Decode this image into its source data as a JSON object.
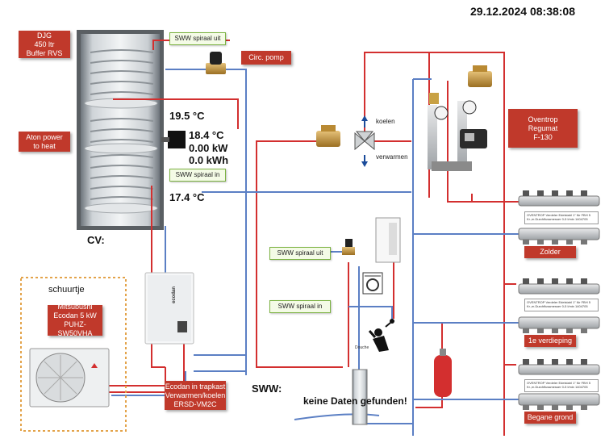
{
  "datetime": "29.12.2024  08:38:08",
  "buffer": {
    "line1": "DJG",
    "line2": "450 ltr",
    "line3": "Buffer RVS"
  },
  "aton": {
    "line1": "Aton power",
    "line2": "to heat"
  },
  "sww_spiraal_uit_top": "SWW spiraal uit",
  "sww_spiraal_in_top": "SWW spiraal in",
  "circ_pomp": "Circ. pomp",
  "temp_top": "19.5 °C",
  "temp_mid": "18.4 °C",
  "power": "0.00 kW",
  "energy": "0.0 kWh",
  "temp_bottom": "17.4 °C",
  "cv": "CV:",
  "koelen": "koelen",
  "verwarmen": "verwarmen",
  "oventrop": {
    "line1": "Oventrop",
    "line2": "Regumat",
    "line3": "F-130"
  },
  "manifold_note": {
    "line1": "OVENTROP Verdeler Edelstahl 1\" für FBH  5",
    "line2": "Kr.,m.Durchflussmesser 0-5 l/min 1404705"
  },
  "floors": {
    "zolder": "Zolder",
    "verdieping": "1e verdieping",
    "begane": "Begane grond"
  },
  "schuurtje": "schuurtje",
  "mitsubishi": {
    "line1": "Mitsubushi",
    "line2": "Ecodan 5 kW",
    "line3": "PUHZ-SW50VHA"
  },
  "ecodan_indoor": {
    "line1": "Ecodan in trapkast",
    "line2": "Verwarmen/koelen",
    "line3": "ERSD-VM2C"
  },
  "ecodan_logo": "ecodan",
  "sww_spiraal_uit_low": "SWW spiraal uit",
  "sww_spiraal_in_low": "SWW spiraal in",
  "douche": "Douche",
  "sww_label": "SWW:",
  "no_data": "keine Daten gefunden!",
  "colors": {
    "supply": "#d32f2f",
    "return": "#5b7fc4",
    "label_red": "#c0392b",
    "green_border": "#7cb342"
  }
}
